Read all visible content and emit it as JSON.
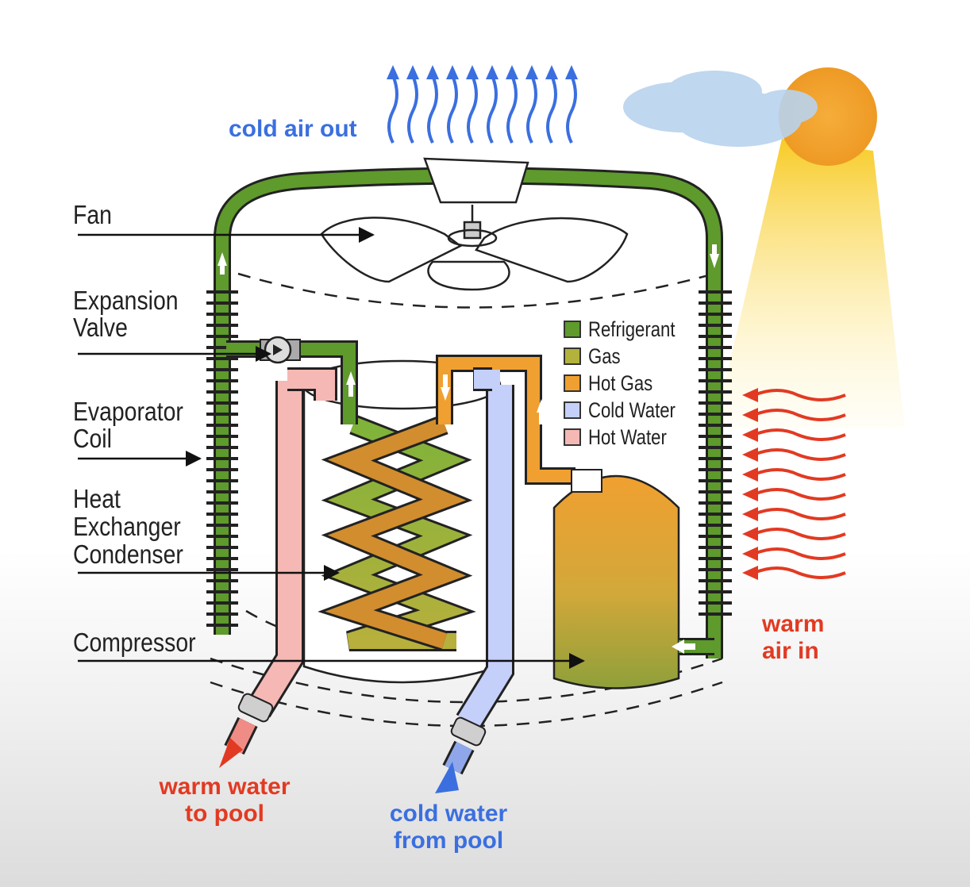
{
  "labels": {
    "fan": "Fan",
    "expansion_valve": [
      "Expansion",
      "Valve"
    ],
    "evaporator_coil": [
      "Evaporator",
      "Coil"
    ],
    "heat_exchanger": [
      "Heat",
      "Exchanger",
      "Condenser"
    ],
    "compressor": "Compressor"
  },
  "flows": {
    "cold_air_out": "cold air out",
    "warm_air_in": [
      "warm",
      "air in"
    ],
    "warm_water_to_pool": [
      "warm water",
      "to pool"
    ],
    "cold_water_from_pool": [
      "cold water",
      "from pool"
    ]
  },
  "legend": [
    {
      "label": "Refrigerant",
      "color": "#5e9a2c"
    },
    {
      "label": "Gas",
      "color": "#b3b23c"
    },
    {
      "label": "Hot Gas",
      "color": "#f0a030"
    },
    {
      "label": "Cold Water",
      "color": "#c4cffa"
    },
    {
      "label": "Hot Water",
      "color": "#f5b8b4"
    }
  ],
  "colors": {
    "refrigerant": "#5e9a2c",
    "hot_gas": "#f0a030",
    "cold_water": "#c4cffa",
    "hot_water": "#f5b8b4",
    "air_out": "#3b6fe0",
    "air_in": "#e23a22",
    "sun": "#f0a030"
  }
}
